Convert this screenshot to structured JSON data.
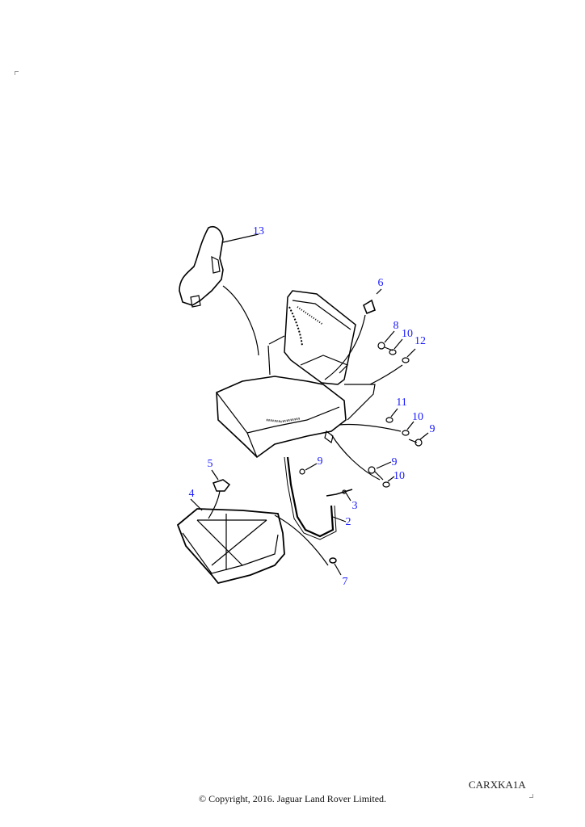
{
  "callouts": [
    {
      "id": "13",
      "label": "13"
    },
    {
      "id": "6",
      "label": "6"
    },
    {
      "id": "8",
      "label": "8"
    },
    {
      "id": "10a",
      "label": "10"
    },
    {
      "id": "12",
      "label": "12"
    },
    {
      "id": "11",
      "label": "11"
    },
    {
      "id": "10b",
      "label": "10"
    },
    {
      "id": "9a",
      "label": "9"
    },
    {
      "id": "9b",
      "label": "9"
    },
    {
      "id": "9c",
      "label": "9"
    },
    {
      "id": "10c",
      "label": "10"
    },
    {
      "id": "5",
      "label": "5"
    },
    {
      "id": "4",
      "label": "4"
    },
    {
      "id": "3",
      "label": "3"
    },
    {
      "id": "2",
      "label": "2"
    },
    {
      "id": "7",
      "label": "7"
    }
  ],
  "drawing_code": "CARXKA1A",
  "copyright": "© Copyright, 2016. Jaguar Land Rover Limited.",
  "colors": {
    "callout": "#1a1aff",
    "line": "#000000"
  }
}
